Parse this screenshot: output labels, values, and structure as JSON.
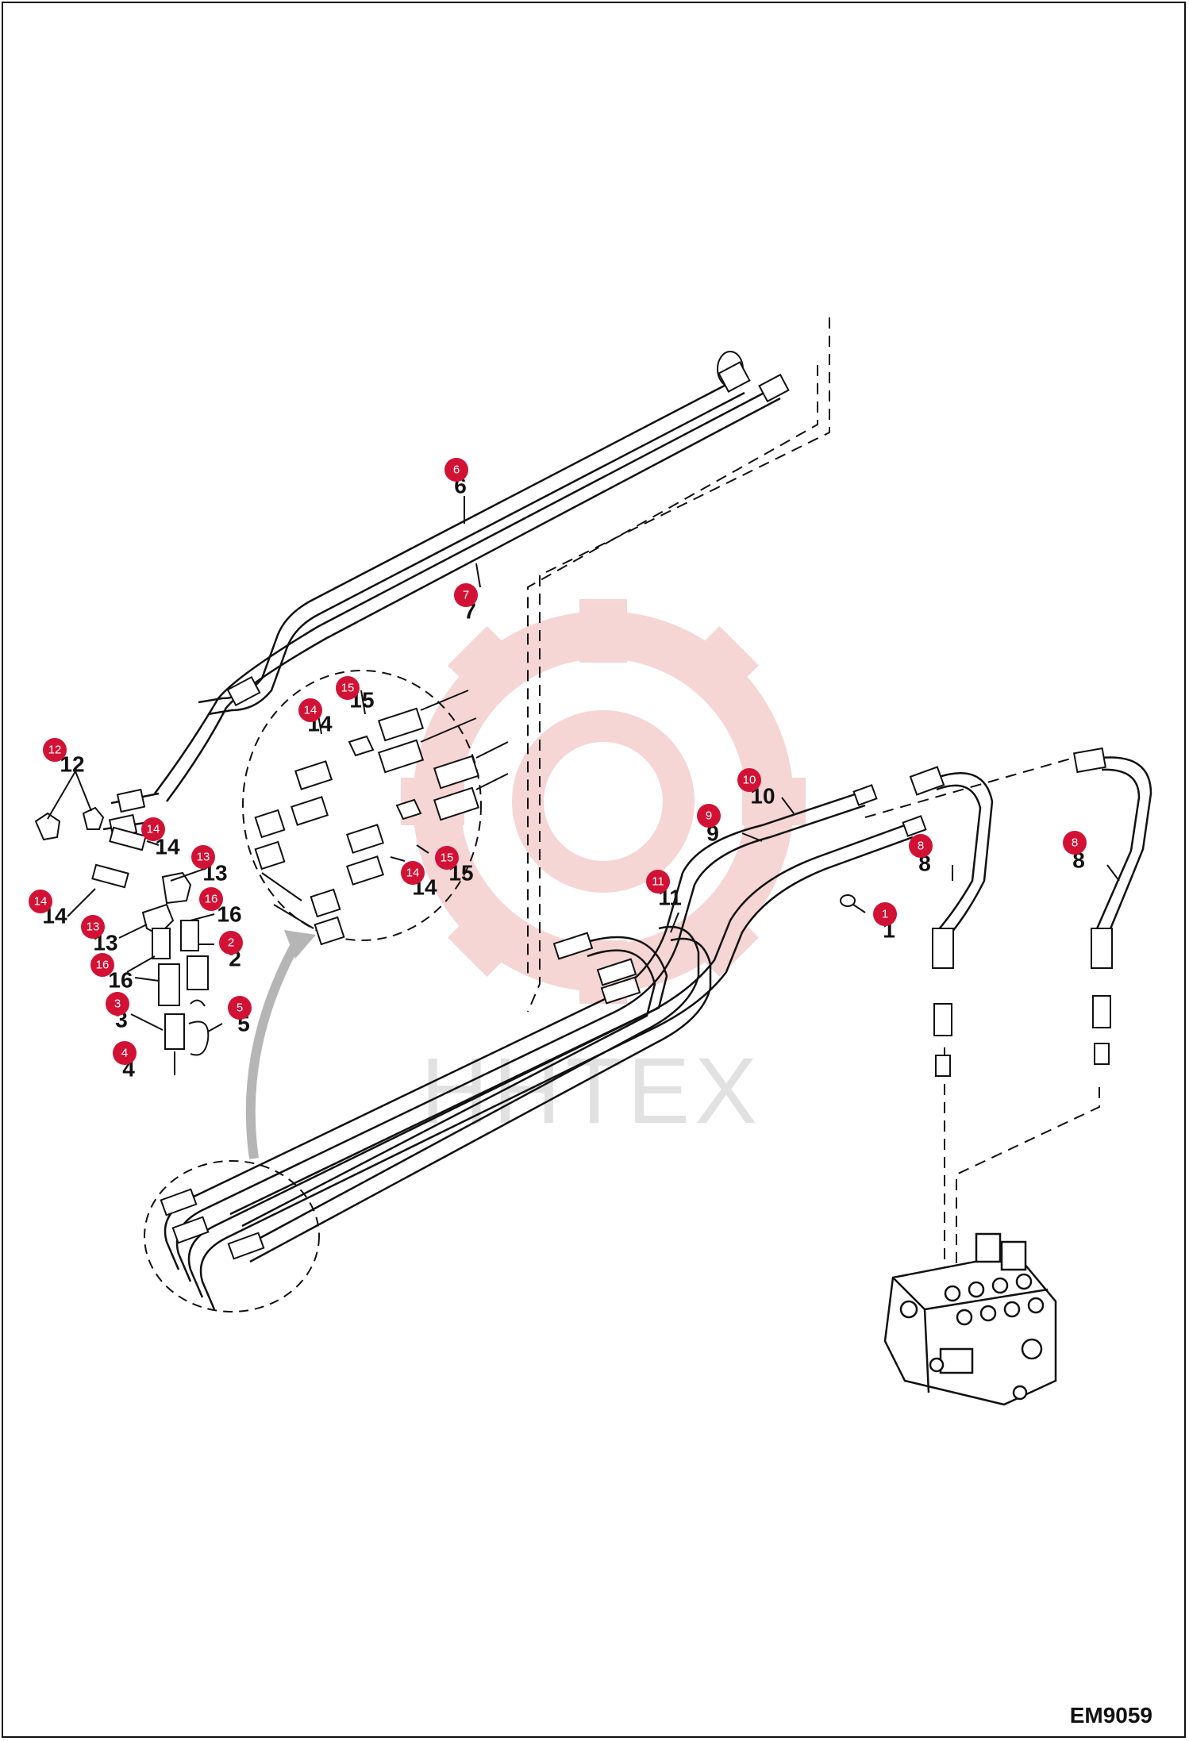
{
  "diagram": {
    "code": "EM9059",
    "watermark": "HHTEX",
    "accent_color": "#d21235",
    "watermark_color": "#e88a8a",
    "parts": [
      {
        "num": "1",
        "label": "1"
      },
      {
        "num": "2",
        "label": "2"
      },
      {
        "num": "3",
        "label": "3"
      },
      {
        "num": "4",
        "label": "4"
      },
      {
        "num": "5",
        "label": "5"
      },
      {
        "num": "6",
        "label": "6"
      },
      {
        "num": "7",
        "label": "7"
      },
      {
        "num": "8",
        "label": "8"
      },
      {
        "num": "8",
        "label": "8"
      },
      {
        "num": "9",
        "label": "9"
      },
      {
        "num": "10",
        "label": "10"
      },
      {
        "num": "11",
        "label": "11"
      },
      {
        "num": "12",
        "label": "12"
      },
      {
        "num": "13",
        "label": "13"
      },
      {
        "num": "13",
        "label": "13"
      },
      {
        "num": "14",
        "label": "14"
      },
      {
        "num": "14",
        "label": "14"
      },
      {
        "num": "14",
        "label": "14"
      },
      {
        "num": "14",
        "label": "14"
      },
      {
        "num": "15",
        "label": "15"
      },
      {
        "num": "15",
        "label": "15"
      },
      {
        "num": "16",
        "label": "16"
      },
      {
        "num": "16",
        "label": "16"
      }
    ]
  }
}
